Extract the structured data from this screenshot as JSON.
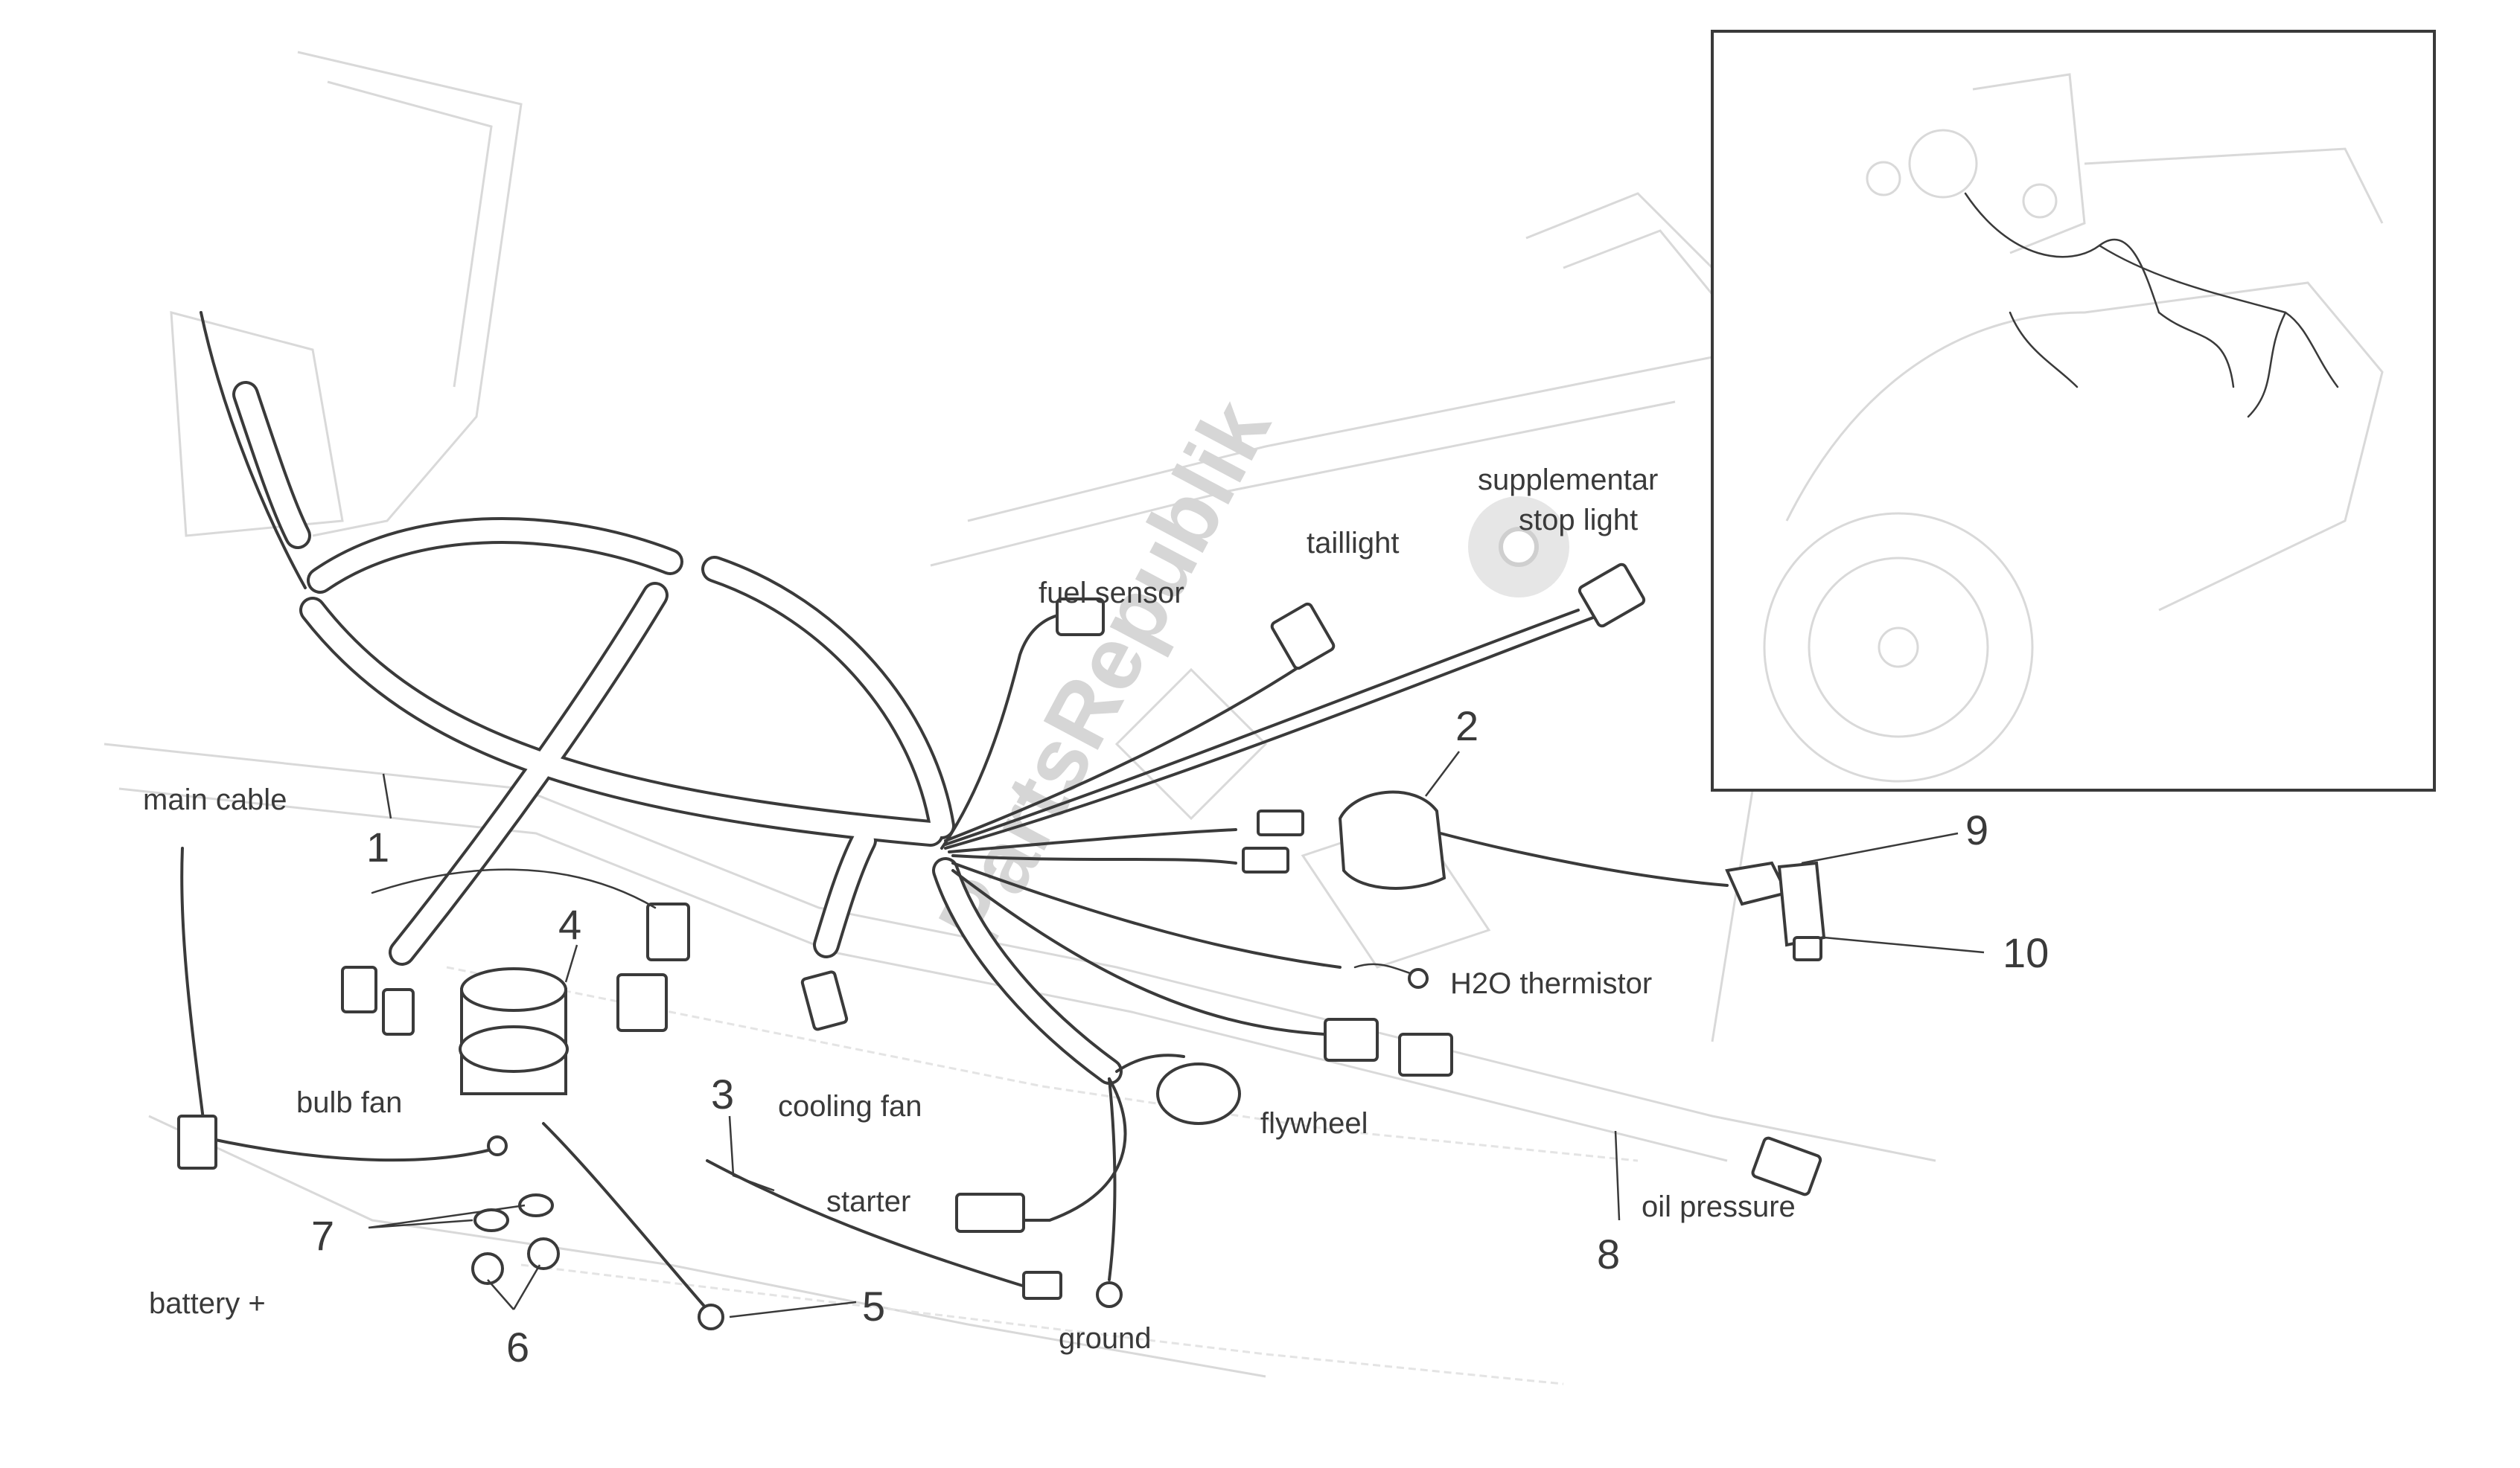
{
  "labels": {
    "main_cable": "main cable",
    "bulb_fan": "bulb fan",
    "cooling_fan": "cooling fan",
    "fuel_sensor": "fuel sensor",
    "taillight": "taillight",
    "supplementary_stop_light": [
      "supplementar",
      "stop light"
    ],
    "h2o_thermistor": "H2O thermistor",
    "flywheel": "flywheel",
    "oil_pressure": "oil pressure",
    "starter": "starter",
    "ground": "ground",
    "battery_plus": "battery +"
  },
  "part_numbers": {
    "p1": "1",
    "p2": "2",
    "p3": "3",
    "p4": "4",
    "p5": "5",
    "p6": "6",
    "p7": "7",
    "p8": "8",
    "p9": "9",
    "p10": "10"
  },
  "watermark": "PartsRepublik"
}
